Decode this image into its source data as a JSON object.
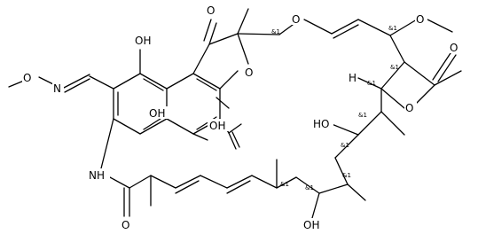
{
  "molecule": {
    "atoms": {
      "o_ketone": "O",
      "o_ring_ether": "O",
      "o_chain_ether": "O",
      "o_methoxy": "O",
      "o_methoxy_oxime": "O",
      "n_oxime": "N",
      "o_acetate_ester": "O",
      "o_acetate_carbonyl": "O",
      "oh_top": "OH",
      "oh_mid": "OH",
      "oh_naphth": "OH",
      "oh_chain_upper": "HO",
      "oh_chain_lower": "OH",
      "nh_amide": "NH",
      "o_amide": "O",
      "h_stereo": "H"
    },
    "stereo_label": "&1"
  }
}
